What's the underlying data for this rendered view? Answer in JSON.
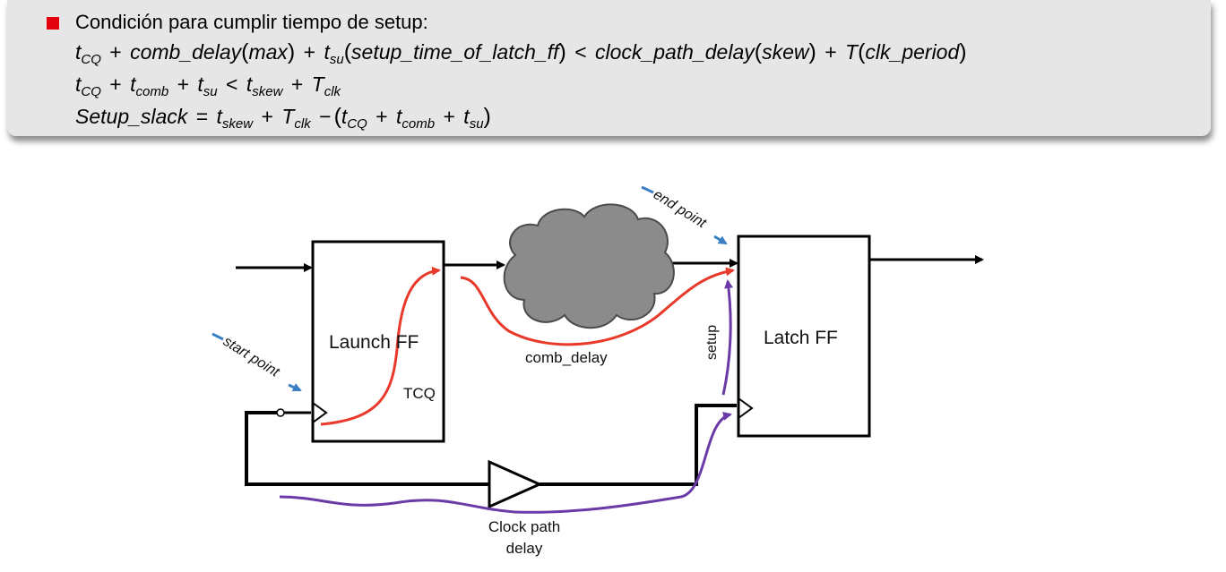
{
  "slide": {
    "bullet_text": "Condición para cumplir tiempo de setup:",
    "eq1": {
      "t": "t",
      "cq": "CQ",
      "plus": "+",
      "comb_delay": "comb_delay",
      "max": "max",
      "tsu_t": "t",
      "su": "su",
      "setup_arg": "setup_time_of_latch_ff",
      "lt": "<",
      "clock_path_delay": "clock_path_delay",
      "skew": "skew",
      "T": "T",
      "clk_period": "clk_period"
    },
    "eq2": {
      "t": "t",
      "cq": "CQ",
      "comb": "comb",
      "su": "su",
      "lt": "<",
      "skew": "skew",
      "T": "T",
      "clk": "clk"
    },
    "eq3": {
      "lhs": "Setup_slack",
      "eq": "=",
      "t": "t",
      "skew": "skew",
      "T": "T",
      "clk": "clk",
      "minus": "−",
      "cq": "CQ",
      "comb": "comb",
      "su": "su"
    }
  },
  "diagram": {
    "launch_ff": "Launch FF",
    "tcq": "TCQ",
    "latch_ff": "Latch FF",
    "comb_delay": "comb_delay",
    "setup": "setup",
    "clock_path_line1": "Clock path",
    "clock_path_line2": "delay",
    "start_point": "start point",
    "end_point": "end point",
    "colors": {
      "red_path": "#e8392b",
      "purple_path": "#6a3aa7",
      "blue_marker": "#3b7fc4",
      "cloud": "#8b8b8b",
      "bullet": "#e3000f",
      "block_bg": "#e6e6e6"
    }
  }
}
